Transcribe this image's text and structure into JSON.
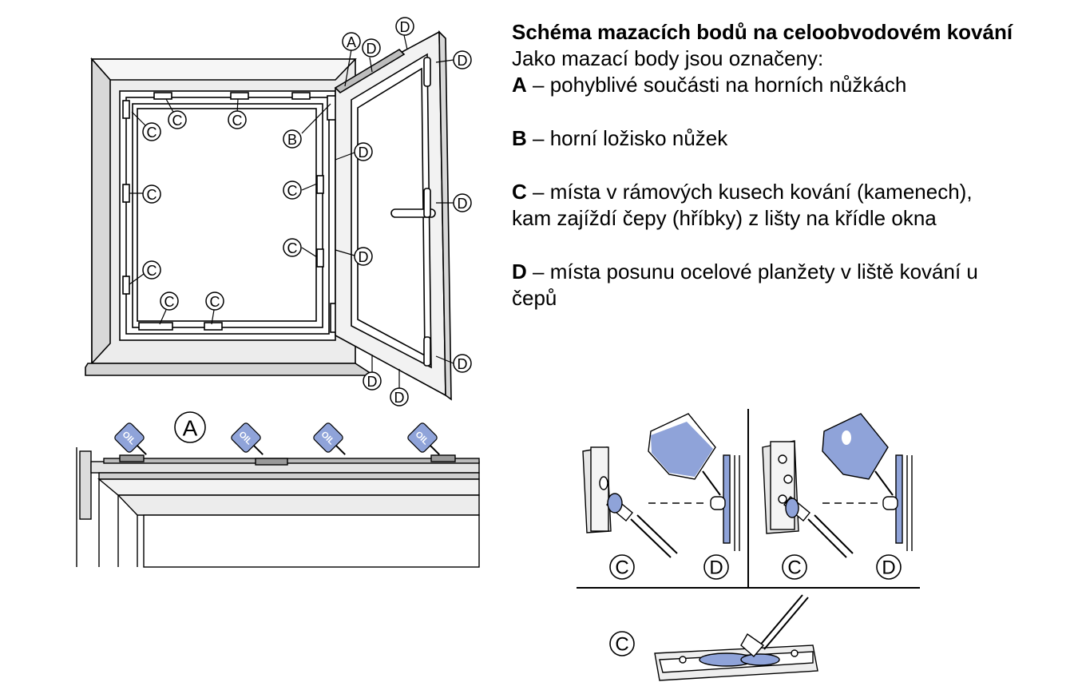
{
  "heading": "Schéma mazacích bodů na celoobvodovém kování",
  "intro": "Jako mazací body jsou označeny:",
  "legend": [
    {
      "key": "A",
      "text": " – pohyblivé součásti na horních nůžkách"
    },
    {
      "key": "B",
      "text": " – horní ložisko nůžek"
    },
    {
      "key": "C",
      "text": " – místa v rámových kusech kování (kamenech), kam zajíždí čepy (hříbky) z lišty na křídle okna"
    },
    {
      "key": "D",
      "text": " – místa posunu ocelové planžety v liště kování u čepů"
    }
  ],
  "callouts": {
    "A": "A",
    "B": "B",
    "C": "C",
    "D": "D"
  },
  "oil_label": "OIL",
  "colors": {
    "oil": "#8fa3d9",
    "frame": "#d9d9d9",
    "stroke": "#000000"
  }
}
